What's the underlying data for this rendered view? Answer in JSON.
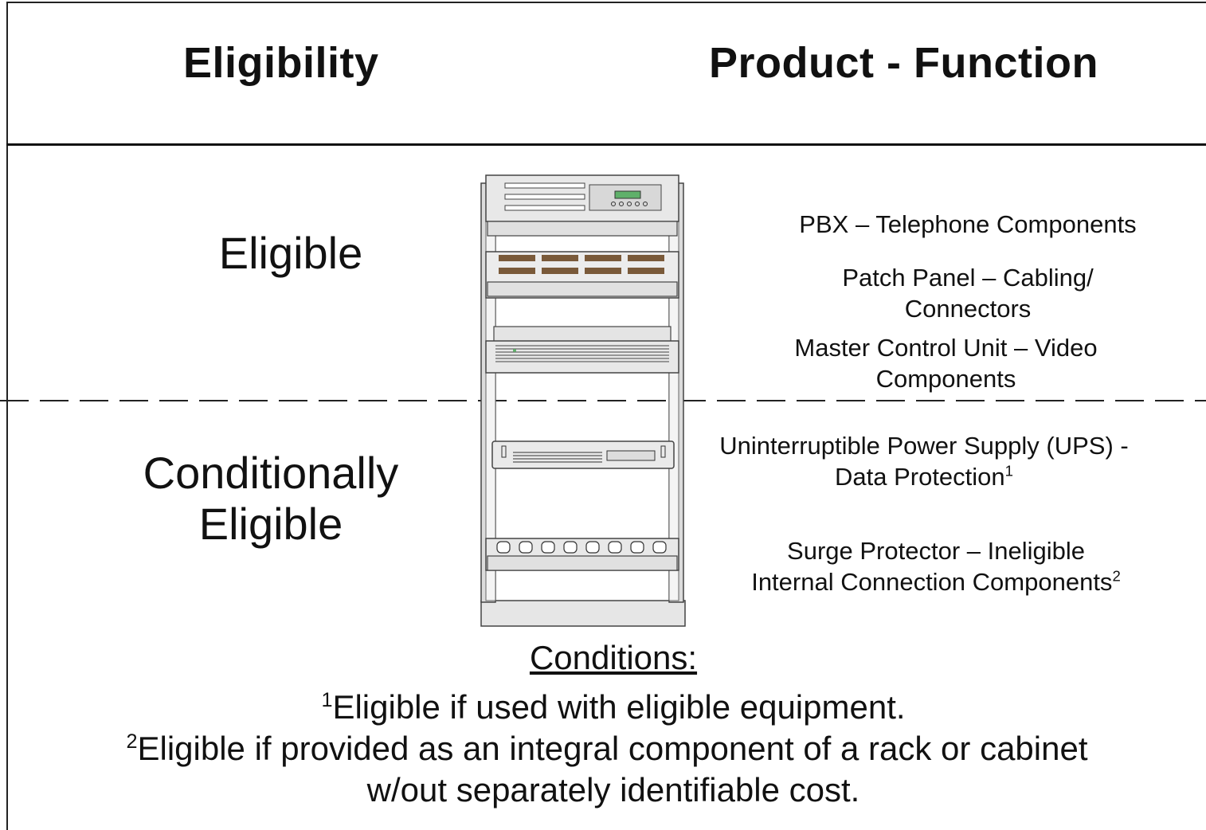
{
  "headers": {
    "eligibility": "Eligibility",
    "product_function": "Product - Function"
  },
  "sections": {
    "eligible": "Eligible",
    "conditionally_line1": "Conditionally",
    "conditionally_line2": "Eligible"
  },
  "functions": [
    {
      "line1": "PBX – Telephone Components"
    },
    {
      "line1": "Patch Panel – Cabling/",
      "line2": "Connectors"
    },
    {
      "line1": "Master Control Unit – Video",
      "line2": "Components"
    },
    {
      "line1": "Uninterruptible Power Supply (UPS) -",
      "line2": "Data Protection",
      "footnote": "1"
    },
    {
      "line1": "Surge Protector – Ineligible",
      "line2": "Internal Connection Components",
      "footnote": "2"
    }
  ],
  "conditions": {
    "title": "Conditions:",
    "note1_marker": "1",
    "note1": "Eligible if used with eligible equipment.",
    "note2_marker": "2",
    "note2_line1": "Eligible if provided as an integral component of a rack or cabinet",
    "note2_line2": "w/out separately identifiable cost."
  },
  "colors": {
    "rack_fill": "#e6e6e6",
    "rack_stroke": "#444444",
    "port_fill": "#7a5a3a",
    "display_fill": "#5fb06a"
  },
  "icons": [
    "equipment-rack-icon"
  ]
}
